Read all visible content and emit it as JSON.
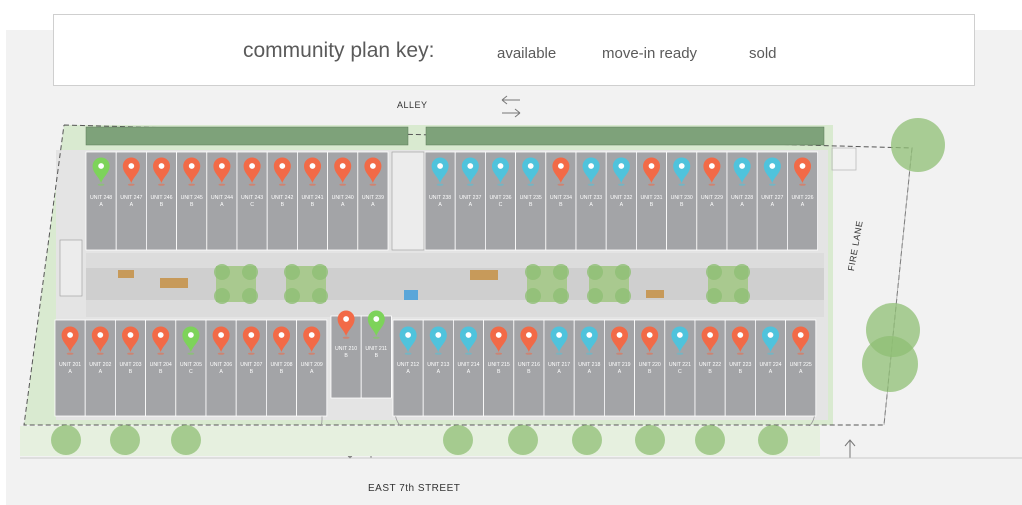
{
  "key": {
    "title": "community plan key:",
    "items": [
      {
        "label": "available",
        "status": "available",
        "color": "#4fc3dc"
      },
      {
        "label": "move-in ready",
        "status": "move-in-ready",
        "color": "#7dd35a"
      },
      {
        "label": "sold",
        "status": "sold",
        "color": "#f26a47"
      }
    ]
  },
  "labels": {
    "alley": "ALLEY",
    "street": "EAST 7th STREET",
    "fire_lane": "FIRE LANE"
  },
  "top_units": [
    {
      "unit": "UNIT 248",
      "type": "A",
      "status": "move-in-ready"
    },
    {
      "unit": "UNIT 247",
      "type": "A",
      "status": "sold"
    },
    {
      "unit": "UNIT 246",
      "type": "B",
      "status": "sold"
    },
    {
      "unit": "UNIT 245",
      "type": "B",
      "status": "sold"
    },
    {
      "unit": "UNIT 244",
      "type": "A",
      "status": "sold"
    },
    {
      "unit": "UNIT 243",
      "type": "C",
      "status": "sold"
    },
    {
      "unit": "UNIT 242",
      "type": "B",
      "status": "sold"
    },
    {
      "unit": "UNIT 241",
      "type": "B",
      "status": "sold"
    },
    {
      "unit": "UNIT 240",
      "type": "A",
      "status": "sold"
    },
    {
      "unit": "UNIT 239",
      "type": "A",
      "status": "sold"
    },
    {
      "unit": "UNIT 238",
      "type": "A",
      "status": "available"
    },
    {
      "unit": "UNIT 237",
      "type": "A",
      "status": "available"
    },
    {
      "unit": "UNIT 236",
      "type": "C",
      "status": "available"
    },
    {
      "unit": "UNIT 235",
      "type": "B",
      "status": "available"
    },
    {
      "unit": "UNIT 234",
      "type": "B",
      "status": "sold"
    },
    {
      "unit": "UNIT 233",
      "type": "A",
      "status": "available"
    },
    {
      "unit": "UNIT 232",
      "type": "A",
      "status": "available"
    },
    {
      "unit": "UNIT 231",
      "type": "B",
      "status": "sold"
    },
    {
      "unit": "UNIT 230",
      "type": "B",
      "status": "available"
    },
    {
      "unit": "UNIT 229",
      "type": "A",
      "status": "sold"
    },
    {
      "unit": "UNIT 228",
      "type": "A",
      "status": "available"
    },
    {
      "unit": "UNIT 227",
      "type": "A",
      "status": "available"
    },
    {
      "unit": "UNIT 226",
      "type": "A",
      "status": "sold"
    }
  ],
  "bottom_units": [
    {
      "unit": "UNIT 201",
      "type": "A",
      "status": "sold"
    },
    {
      "unit": "UNIT 202",
      "type": "A",
      "status": "sold"
    },
    {
      "unit": "UNIT 203",
      "type": "B",
      "status": "sold"
    },
    {
      "unit": "UNIT 204",
      "type": "B",
      "status": "sold"
    },
    {
      "unit": "UNIT 205",
      "type": "C",
      "status": "move-in-ready"
    },
    {
      "unit": "UNIT 206",
      "type": "A",
      "status": "sold"
    },
    {
      "unit": "UNIT 207",
      "type": "B",
      "status": "sold"
    },
    {
      "unit": "UNIT 208",
      "type": "B",
      "status": "sold"
    },
    {
      "unit": "UNIT 209",
      "type": "A",
      "status": "sold"
    },
    {
      "unit": "UNIT 210",
      "type": "B",
      "status": "sold"
    },
    {
      "unit": "UNIT 211",
      "type": "B",
      "status": "move-in-ready"
    },
    {
      "unit": "UNIT 212",
      "type": "A",
      "status": "available"
    },
    {
      "unit": "UNIT 213",
      "type": "A",
      "status": "available"
    },
    {
      "unit": "UNIT 214",
      "type": "A",
      "status": "available"
    },
    {
      "unit": "UNIT 215",
      "type": "B",
      "status": "sold"
    },
    {
      "unit": "UNIT 216",
      "type": "B",
      "status": "sold"
    },
    {
      "unit": "UNIT 217",
      "type": "A",
      "status": "available"
    },
    {
      "unit": "UNIT 218",
      "type": "A",
      "status": "available"
    },
    {
      "unit": "UNIT 219",
      "type": "A",
      "status": "sold"
    },
    {
      "unit": "UNIT 220",
      "type": "B",
      "status": "sold"
    },
    {
      "unit": "UNIT 221",
      "type": "C",
      "status": "available"
    },
    {
      "unit": "UNIT 222",
      "type": "B",
      "status": "sold"
    },
    {
      "unit": "UNIT 223",
      "type": "B",
      "status": "sold"
    },
    {
      "unit": "UNIT 224",
      "type": "A",
      "status": "available"
    },
    {
      "unit": "UNIT 225",
      "type": "A",
      "status": "sold"
    }
  ]
}
